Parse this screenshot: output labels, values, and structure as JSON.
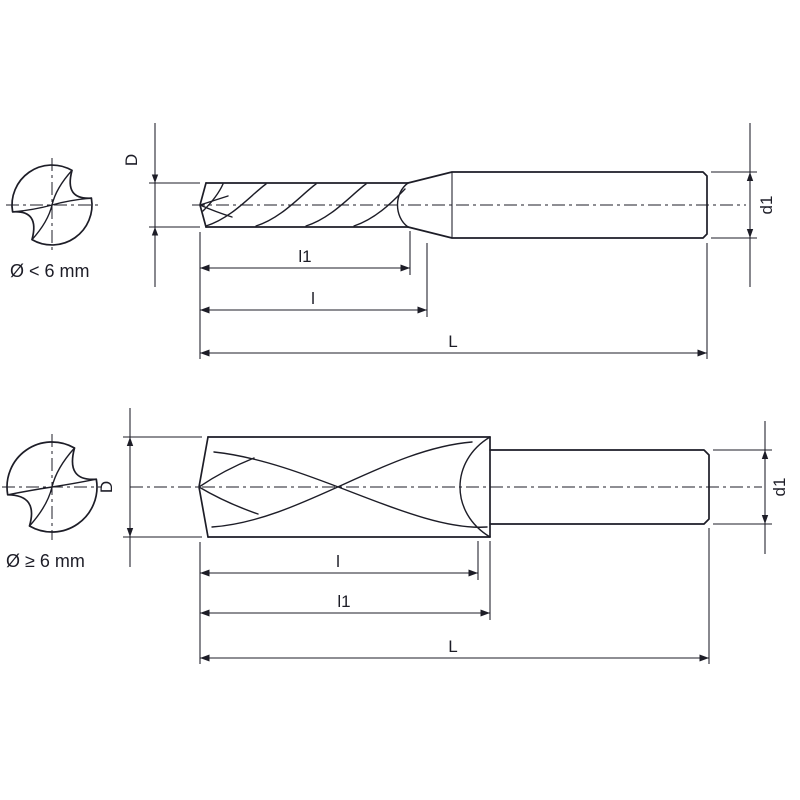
{
  "figure": {
    "type": "technical-drawing",
    "subject": "end mill dimension diagram, two size variants",
    "ink": "#1d1d27",
    "background": "#ffffff",
    "views": {
      "small": {
        "caption": "Ø < 6 mm",
        "labels": {
          "diameter": "D",
          "shank_diameter": "d1",
          "flute_length": "l1",
          "usable_length": "l",
          "overall_length": "L"
        }
      },
      "large": {
        "caption": "Ø ≥ 6 mm",
        "labels": {
          "diameter": "D",
          "shank_diameter": "d1",
          "usable_length": "l",
          "flute_length": "l1",
          "overall_length": "L"
        }
      }
    }
  }
}
